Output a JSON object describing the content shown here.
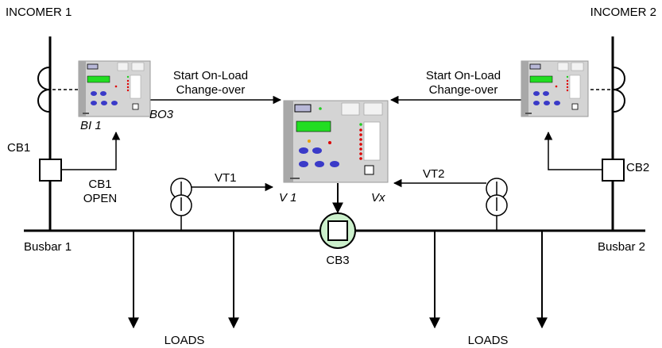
{
  "labels": {
    "incomer1": "INCOMER 1",
    "incomer2": "INCOMER 2",
    "cb1": "CB1",
    "cb2": "CB2",
    "cb3": "CB3",
    "cb1_open_line1": "CB1",
    "cb1_open_line2": "OPEN",
    "bi1": "BI 1",
    "bo3": "BO3",
    "start_left_line1": "Start On-Load",
    "start_left_line2": "Change-over",
    "start_right_line1": "Start On-Load",
    "start_right_line2": "Change-over",
    "vt1": "VT1",
    "vt2": "VT2",
    "v1": "V 1",
    "vx": "Vx",
    "busbar1": "Busbar 1",
    "busbar2": "Busbar 2",
    "loads_left": "LOADS",
    "loads_right": "LOADS"
  },
  "colors": {
    "relay_body": "#d4d4d4",
    "relay_dark": "#a8a8a8",
    "relay_screen": "#22dd22",
    "relay_button": "#3a3ac8",
    "led_red": "#dd0000",
    "led_green": "#22cc22",
    "cb3_fill": "#ccf0cc"
  }
}
